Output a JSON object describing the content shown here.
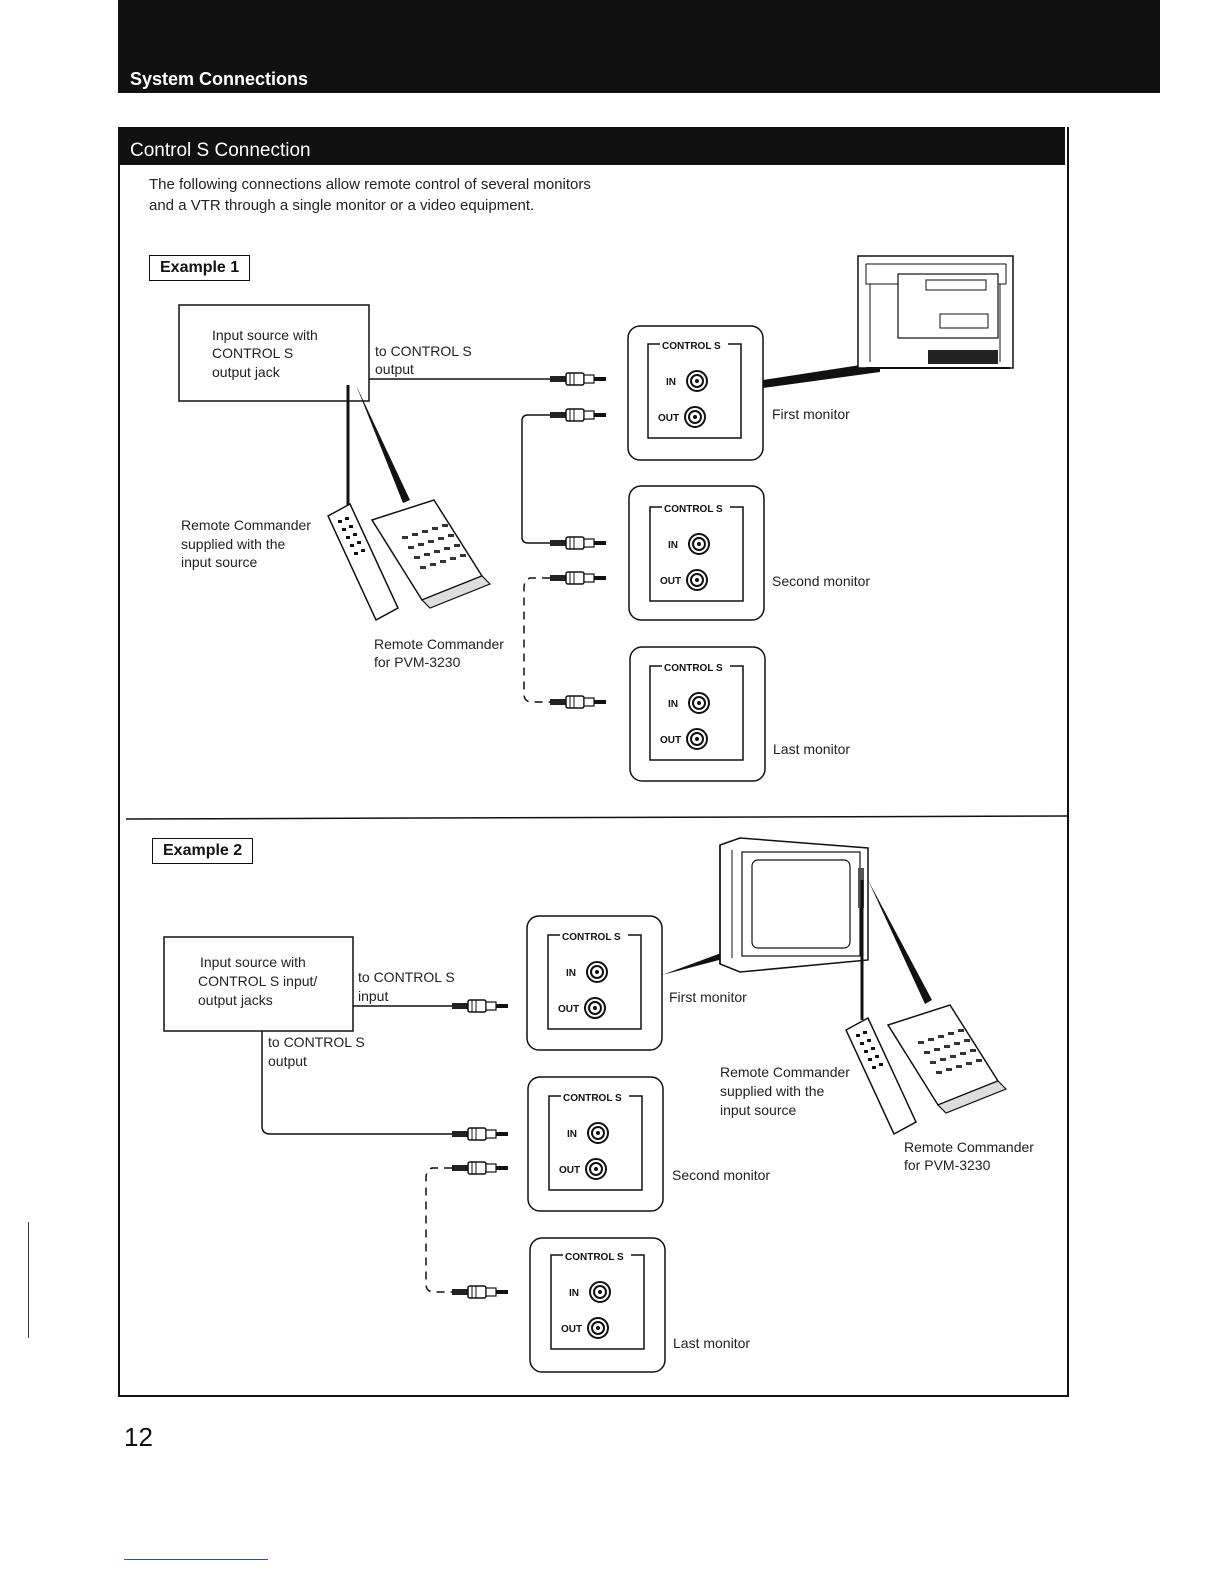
{
  "header": {
    "title": "System Connections"
  },
  "section": {
    "title": "Control S Connection",
    "intro": "The following connections allow remote control of several monitors and a VTR through a single monitor or a video equipment."
  },
  "example1": {
    "tag": "Example 1",
    "source_box": [
      "Input source with",
      "CONTROL S",
      "output jack"
    ],
    "to_label": [
      "to CONTROL S",
      "output"
    ],
    "remote_supplied": [
      "Remote Commander",
      "supplied with the",
      "input source"
    ],
    "remote_pvm": [
      "Remote Commander",
      "for PVM-3230"
    ],
    "monitors": [
      "First monitor",
      "Second monitor",
      "Last monitor"
    ]
  },
  "example2": {
    "tag": "Example 2",
    "source_box": [
      "Input source with",
      "CONTROL S input/",
      "output jacks"
    ],
    "to_input_label": [
      "to CONTROL S",
      "input"
    ],
    "to_output_label": [
      "to CONTROL S",
      "output"
    ],
    "remote_supplied": [
      "Remote Commander",
      "supplied with the",
      "input source"
    ],
    "remote_pvm": [
      "Remote Commander",
      "for PVM-3230"
    ],
    "monitors": [
      "First monitor",
      "Second monitor",
      "Last monitor"
    ]
  },
  "panel": {
    "title": "CONTROL S",
    "in": "IN",
    "out": "OUT"
  },
  "page_number": "12"
}
